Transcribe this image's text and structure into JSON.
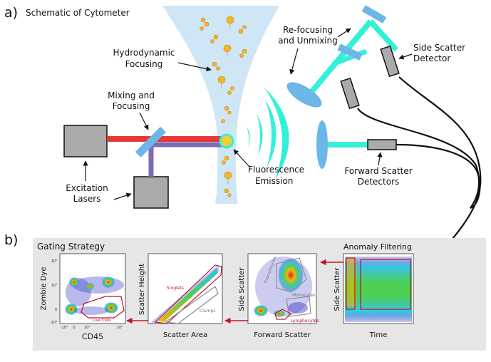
{
  "panel_a": {
    "letter": "a)",
    "title": "Schematic of Cytometer",
    "labels": {
      "hydro_1": "Hydrodynamic",
      "hydro_2": "Focusing",
      "mix_1": "Mixing and",
      "mix_2": "Focusing",
      "refocus_1": "Re-focusing",
      "refocus_2": "and Unmixing",
      "side_det_1": "Side Scatter",
      "side_det_2": "Detector",
      "fluor_1": "Fluorescence",
      "fluor_2": "Emission",
      "excite_1": "Excitation",
      "excite_2": "Lasers",
      "fwd_det_1": "Forward Scatter",
      "fwd_det_2": "Detectors"
    }
  },
  "panel_b": {
    "letter": "b)",
    "title": "Gating Strategy",
    "anomaly_title": "Anomaly Filtering",
    "plot1": {
      "ylabel": "Zombie Dye",
      "xlabel": "CD45",
      "gate": "Live Cells",
      "yticks": [
        "10⁵",
        "10³",
        "0",
        "-10³"
      ],
      "xticks": [
        "-10³",
        "0",
        "10³",
        "10⁵"
      ]
    },
    "plot2": {
      "ylabel": "Scatter Height",
      "xlabel": "Scatter Area",
      "gate1": "Singlets",
      "gate2": "Clumps"
    },
    "plot3": {
      "ylabel": "Side Scatter",
      "xlabel": "Forward Scatter",
      "gate1": "Granulocytes",
      "gate2": "Monocytes",
      "gate3": "Lymphocytes"
    },
    "plot4": {
      "ylabel": "Side Scatter",
      "xlabel": "Time"
    }
  },
  "colors": {
    "laser_red": "#e53935",
    "laser_purple": "#7e6bb5",
    "cyan_beam": "#34f0d9",
    "lens_blue": "#6cb6e8",
    "stream_blue": "#cfe6f6",
    "gate_red": "#c0122c",
    "gate_gray": "#8a8a8a"
  }
}
